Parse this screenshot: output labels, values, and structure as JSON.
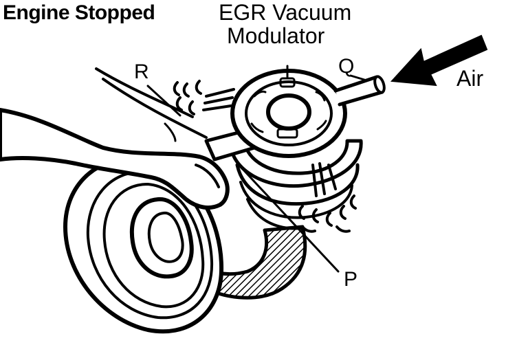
{
  "title": "Engine Stopped",
  "component_label_line1": "EGR Vacuum",
  "component_label_line2": "Modulator",
  "port_labels": {
    "q": "Q",
    "r": "R",
    "p": "P"
  },
  "air_label": "Air",
  "colors": {
    "ink": "#000000",
    "paper": "#ffffff"
  }
}
